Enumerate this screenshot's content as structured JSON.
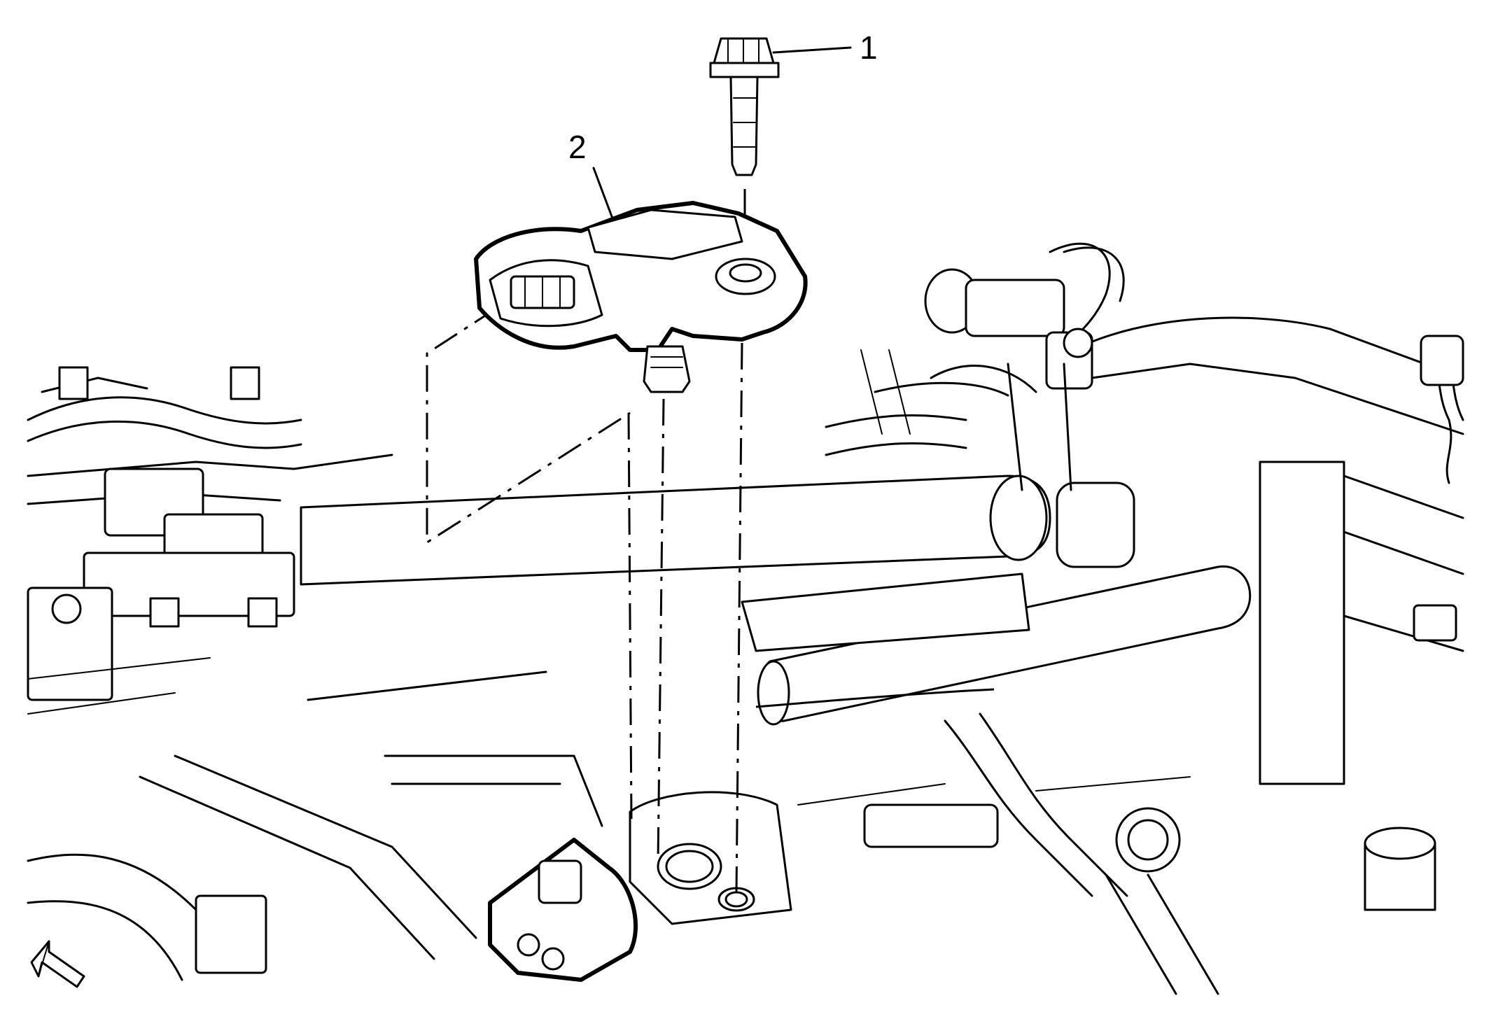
{
  "callouts": [
    {
      "number": "1",
      "part": "bolt"
    },
    {
      "number": "2",
      "part": "sensor"
    }
  ],
  "orientation_icon": "front-arrow-icon",
  "colors": {
    "line": "#000000",
    "background": "#ffffff"
  }
}
